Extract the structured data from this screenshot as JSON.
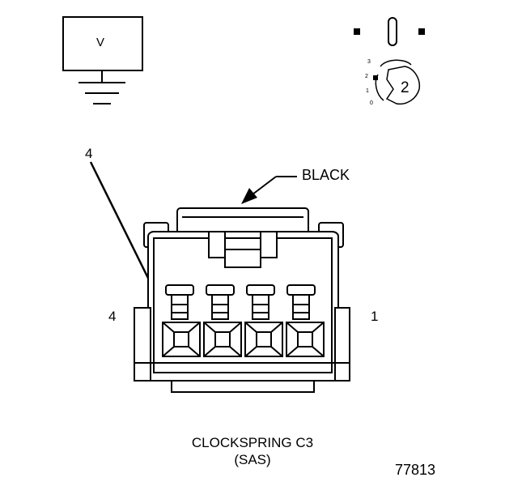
{
  "voltmeter": {
    "symbol": "V"
  },
  "meter_scale": {
    "ticks": [
      "3",
      "2",
      "1",
      "0"
    ],
    "value": "2"
  },
  "callouts": {
    "pin": "4",
    "color": "BLACK"
  },
  "pins": {
    "left": "4",
    "right": "1"
  },
  "title": {
    "line1": "CLOCKSPRING C3",
    "line2": "(SAS)"
  },
  "figure_id": "77813"
}
